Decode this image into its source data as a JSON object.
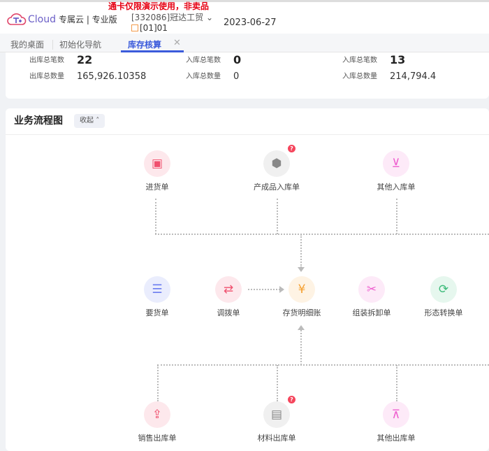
{
  "header": {
    "brand": "Cloud",
    "edition": "专属云 | 专业版",
    "demo_notice": "通卡仅限演示使用，非卖品",
    "company": "[332086]冠达工贸",
    "account_book": "[01]01",
    "date": "2023-06-27"
  },
  "tabs": [
    {
      "label": "我的桌面"
    },
    {
      "label": "初始化导航"
    },
    {
      "label": "库存核算",
      "active": true
    }
  ],
  "stats": [
    {
      "count_label": "出库总笔数",
      "count": "22",
      "qty_label": "出库总数量",
      "qty": "165,926.10358"
    },
    {
      "count_label": "入库总笔数",
      "count": "0",
      "qty_label": "入库总数量",
      "qty": "0"
    },
    {
      "count_label": "入库总笔数",
      "count": "13",
      "qty_label": "入库总数量",
      "qty": "214,794.4"
    }
  ],
  "flow": {
    "title": "业务流程图",
    "collapse_label": "收起",
    "nodes": [
      {
        "label": "进货单",
        "icon": "cart-box-icon",
        "color": "#f0506e",
        "bg": "#fde8ec"
      },
      {
        "label": "产成品入库单",
        "icon": "cubes-icon",
        "color": "#888888",
        "bg": "#f0f0f0",
        "badge": "?"
      },
      {
        "label": "其他入库单",
        "icon": "basket-in-icon",
        "color": "#ee5fcf",
        "bg": "#fdeaf8"
      },
      {
        "label": "要货单",
        "icon": "scroll-icon",
        "color": "#6b7cf0",
        "bg": "#eaedfd"
      },
      {
        "label": "调拨单",
        "icon": "transfer-icon",
        "color": "#f0506e",
        "bg": "#fde8ec"
      },
      {
        "label": "存货明细账",
        "icon": "ledger-icon",
        "color": "#f5a030",
        "bg": "#fef3e4"
      },
      {
        "label": "组装拆卸单",
        "icon": "assemble-icon",
        "color": "#ee5fcf",
        "bg": "#fdeaf8"
      },
      {
        "label": "形态转换单",
        "icon": "convert-icon",
        "color": "#3dbb7a",
        "bg": "#e6f7ee"
      },
      {
        "label": "销售出库单",
        "icon": "tray-out-icon",
        "color": "#f0506e",
        "bg": "#fde8ec"
      },
      {
        "label": "材料出库单",
        "icon": "material-out-icon",
        "color": "#888888",
        "bg": "#f0f0f0",
        "badge": "?"
      },
      {
        "label": "其他出库单",
        "icon": "basket-out-icon",
        "color": "#ee5fcf",
        "bg": "#fdeaf8"
      }
    ]
  }
}
